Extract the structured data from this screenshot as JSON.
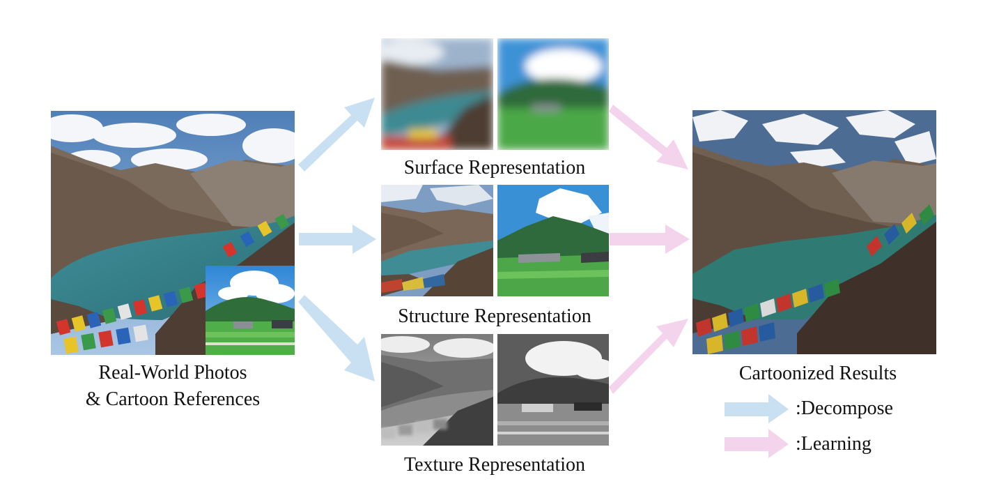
{
  "captions": {
    "input_line1": "Real-World Photos",
    "input_line2": "& Cartoon References",
    "surface": "Surface Representation",
    "structure": "Structure Representation",
    "texture": "Texture Representation",
    "output": "Cartoonized Results"
  },
  "legend": {
    "decompose": ":Decompose",
    "learning": ":Learning"
  },
  "colors": {
    "decompose_arrow": "#c9dff2",
    "learning_arrow": "#f4d3ec"
  }
}
